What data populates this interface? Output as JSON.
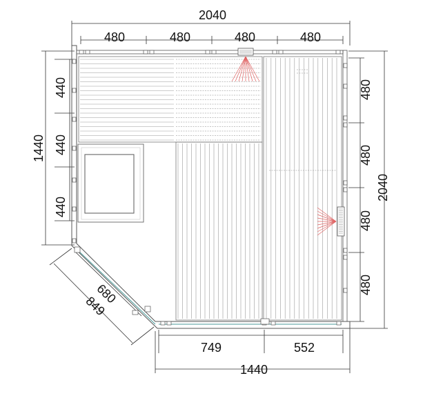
{
  "dimensions": {
    "top_total": "2040",
    "top_segments": [
      "480",
      "480",
      "480",
      "480"
    ],
    "left_total": "1440",
    "left_segments": [
      "440",
      "440",
      "440"
    ],
    "right_total": "2040",
    "right_segments": [
      "480",
      "480",
      "480",
      "480"
    ],
    "bottom_total": "1440",
    "bottom_segments": [
      "749",
      "552"
    ],
    "diagonal_inner": "680",
    "diagonal_outer": "849"
  },
  "colors": {
    "accent_teal": "#4a9a9a",
    "heater_red": "#e06060"
  }
}
